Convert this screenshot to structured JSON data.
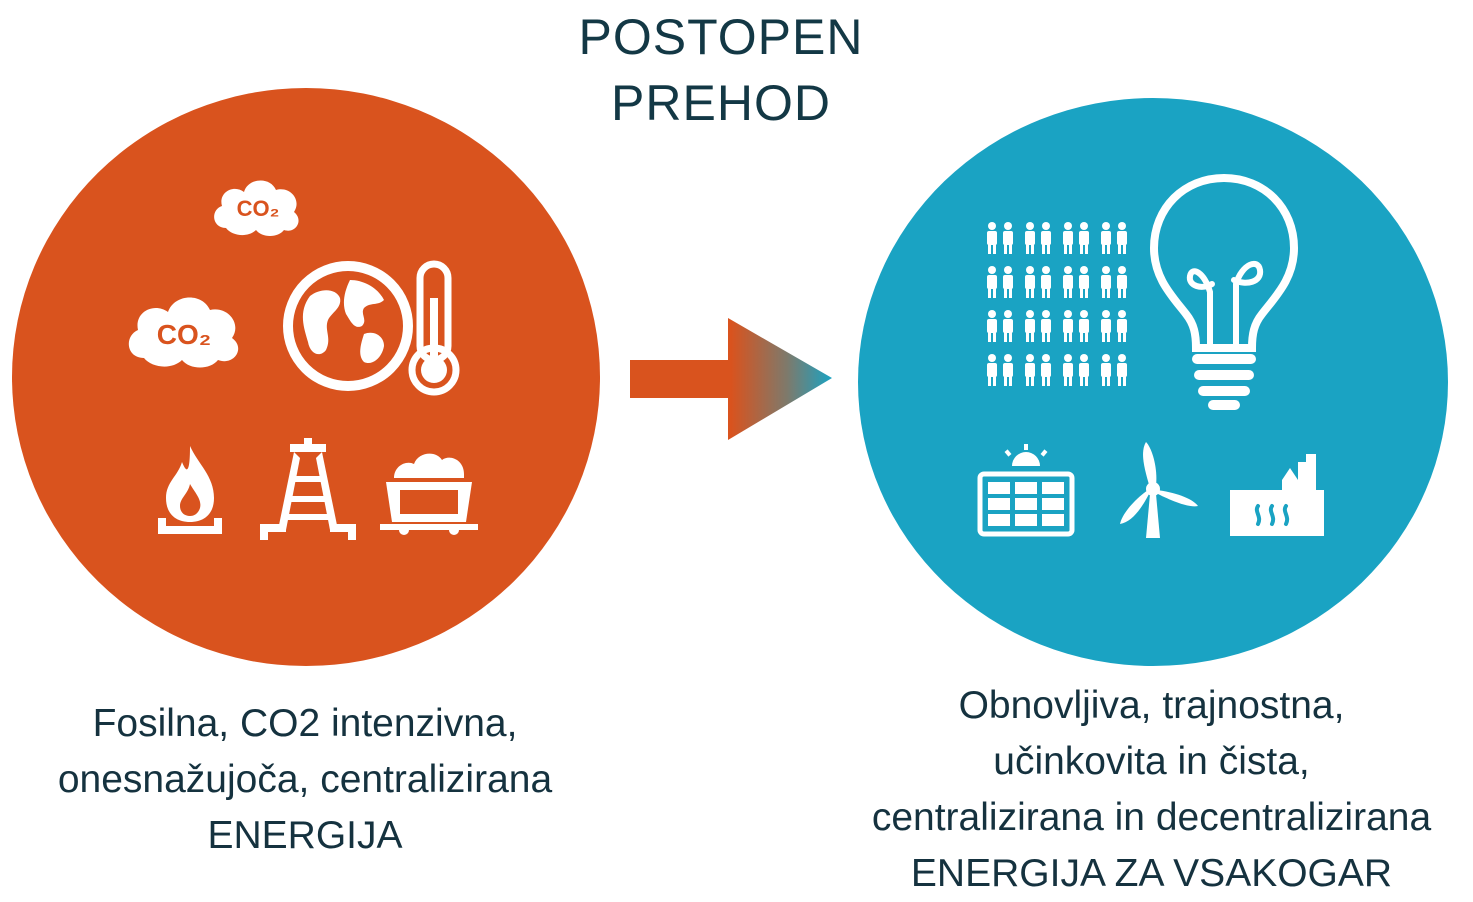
{
  "title": {
    "line1": "POSTOPEN",
    "line2": "PREHOD"
  },
  "colors": {
    "left_circle": "#d9531e",
    "right_circle": "#1aa3c3",
    "text": "#15323f",
    "icon": "#ffffff"
  },
  "left": {
    "icons": [
      "co2-cloud-icon",
      "co2-cloud-icon",
      "globe-icon",
      "thermometer-icon",
      "gas-flame-icon",
      "oil-derrick-icon",
      "coal-cart-icon"
    ],
    "co2_small": "CO₂",
    "co2_large": "CO₂",
    "caption": {
      "line1": "Fosilna, CO2 intenzivna,",
      "line2": "onesnažujoča, centralizirana",
      "line3": "ENERGIJA"
    }
  },
  "right": {
    "icons": [
      "people-grid-icon",
      "light-bulb-icon",
      "solar-panel-icon",
      "wind-turbine-icon",
      "geothermal-plant-icon"
    ],
    "caption": {
      "line1": "Obnovljiva, trajnostna,",
      "line2": "učinkovita in čista,",
      "line3": "centralizirana in decentralizirana",
      "line4": "ENERGIJA ZA VSAKOGAR"
    }
  }
}
